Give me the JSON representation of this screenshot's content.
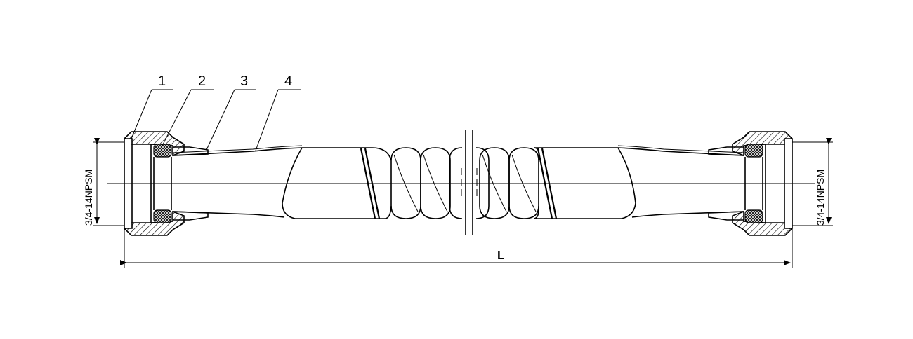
{
  "callouts": [
    {
      "label": "1"
    },
    {
      "label": "2"
    },
    {
      "label": "3"
    },
    {
      "label": "4"
    }
  ],
  "dimensions": {
    "left_thread": "3/4-14NPSM",
    "right_thread": "3/4-14NPSM",
    "overall_length": "L"
  }
}
